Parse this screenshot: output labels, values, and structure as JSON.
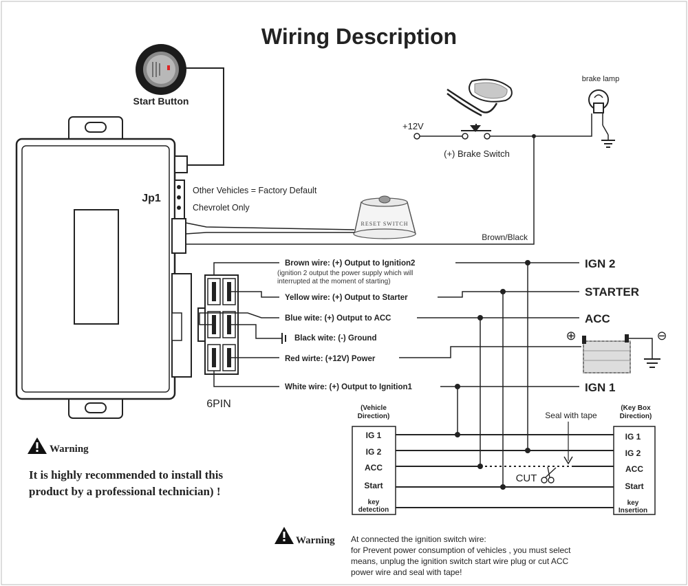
{
  "title": "Wiring Description",
  "start_button": {
    "label": "Start Button"
  },
  "jumper": {
    "label": "Jp1",
    "option_1": "Other Vehicles = Factory Default",
    "option_2": "Chevrolet Only"
  },
  "reset_switch": {
    "label": "RESET SWITCH"
  },
  "brake": {
    "voltage": "+12V",
    "switch_label": "(+) Brake Switch",
    "lamp_label": "brake lamp",
    "wire_color": "Brown/Black"
  },
  "connector": {
    "label": "6PIN"
  },
  "wires": [
    {
      "text": "Brown wire:  (+) Output to Ignition2",
      "target": "IGN 2"
    },
    {
      "text": "Yellow wire:  (+) Output to Starter",
      "target": "STARTER"
    },
    {
      "text": "Blue wite:  (+) Output to ACC",
      "target": "ACC"
    },
    {
      "text": "Black wite: (-) Ground",
      "target": ""
    },
    {
      "text": "Red wirte:  (+12V) Power",
      "target": ""
    },
    {
      "text": "White wire: (+) Output to Ignition1",
      "target": "IGN 1"
    }
  ],
  "ign2_note": [
    "(ignition 2 output the power supply which will",
    "interrupted at the moment of starting)"
  ],
  "battery": {
    "plus": "⊕",
    "minus": "⊖"
  },
  "switch_table": {
    "left_header": [
      "(Vehicle",
      "Direction)"
    ],
    "right_header": [
      "(Key Box",
      "Direction)"
    ],
    "left_rows": [
      "IG 1",
      "IG 2",
      "ACC",
      "Start"
    ],
    "left_key": [
      "key",
      "detection"
    ],
    "right_rows": [
      "IG 1",
      "IG 2",
      "ACC",
      "Start"
    ],
    "right_key": [
      "key",
      "Insertion"
    ],
    "seal_label": "Seal with tape",
    "cut_label": "CUT"
  },
  "warning_1": {
    "label": "Warning",
    "text": [
      "It is highly recommended to install this",
      "product by a professional technician)  !"
    ]
  },
  "warning_2": {
    "label": "Warning",
    "text": [
      "At connected the ignition switch wire:",
      "for Prevent power consumption of vehicles ,   you must select",
      "means, unplug the ignition switch start wire plug  or cut ACC",
      "power wire and seal with tape!"
    ]
  }
}
